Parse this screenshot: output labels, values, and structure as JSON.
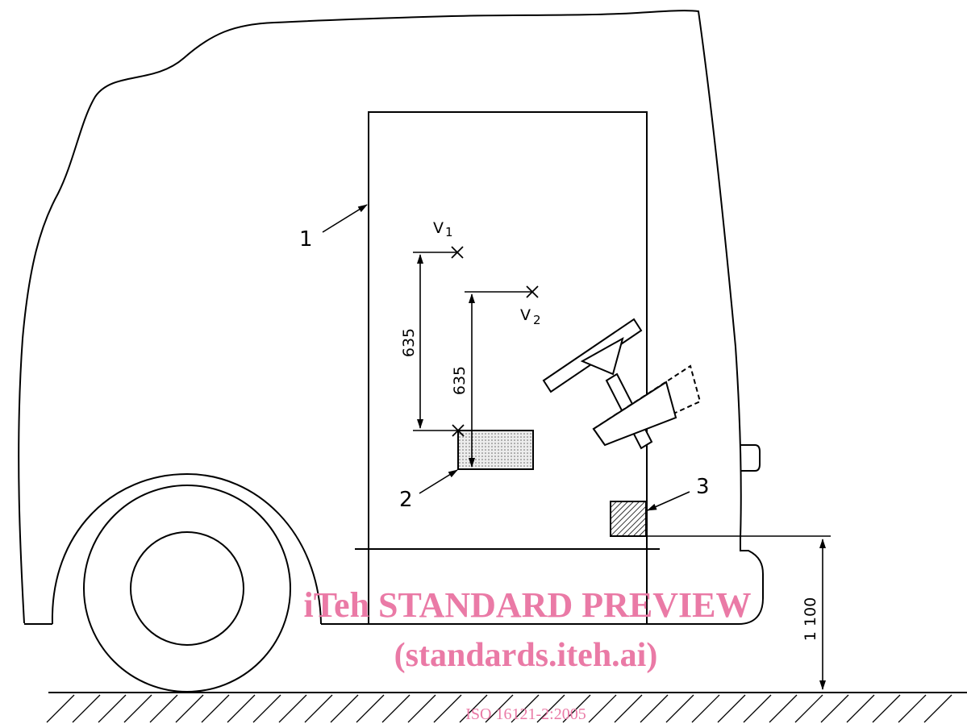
{
  "labels": {
    "door": "1",
    "seat_reference": "2",
    "control": "3",
    "point_v1": "V",
    "point_v1_sub": "1",
    "point_v2": "V",
    "point_v2_sub": "2"
  },
  "dimensions": {
    "v1_height": "635",
    "v2_height": "635",
    "control_height": "1 100"
  },
  "watermark": {
    "line1": "iTeh STANDARD PREVIEW",
    "line2": "(standards.iteh.ai)",
    "line3": "ISO 16121-2:2005"
  },
  "colors": {
    "line": "#000000",
    "watermark": "#ea7aa6",
    "seat_fill": "#dcdcdc"
  }
}
